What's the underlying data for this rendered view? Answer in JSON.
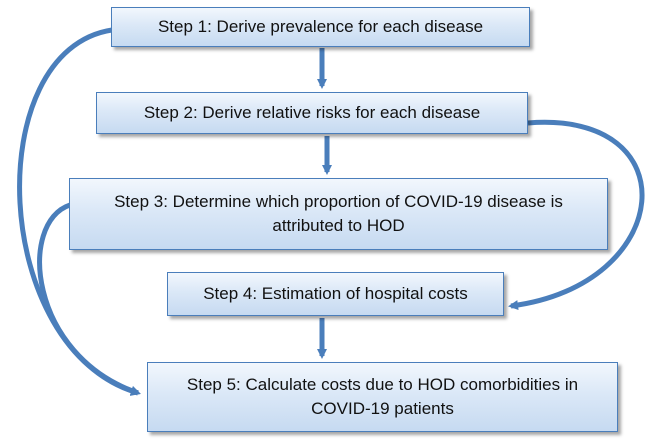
{
  "colors": {
    "box_border": "#4a7ebb",
    "box_fill_top": "#f2f7fd",
    "box_fill_bottom": "#c6daf1",
    "arrow": "#4a7ebb",
    "text": "#111111"
  },
  "steps": [
    {
      "label": "Step 1: Derive prevalence for each disease"
    },
    {
      "label": "Step 2: Derive relative risks for each disease"
    },
    {
      "label": "Step 3: Determine which proportion of COVID-19 disease is attributed to HOD"
    },
    {
      "label": "Step 4: Estimation of hospital costs"
    },
    {
      "label": "Step 5: Calculate costs due to HOD comorbidities in COVID-19 patients"
    }
  ],
  "connections": [
    {
      "from": "Step 1",
      "to": "Step 2",
      "style": "straight"
    },
    {
      "from": "Step 2",
      "to": "Step 3",
      "style": "straight"
    },
    {
      "from": "Step 4",
      "to": "Step 5",
      "style": "straight"
    },
    {
      "from": "Step 1",
      "to": "Step 5",
      "style": "curved-left"
    },
    {
      "from": "Step 3",
      "to": "Step 5",
      "style": "curved-left"
    },
    {
      "from": "Step 2",
      "to": "Step 4",
      "style": "curved-right"
    }
  ]
}
